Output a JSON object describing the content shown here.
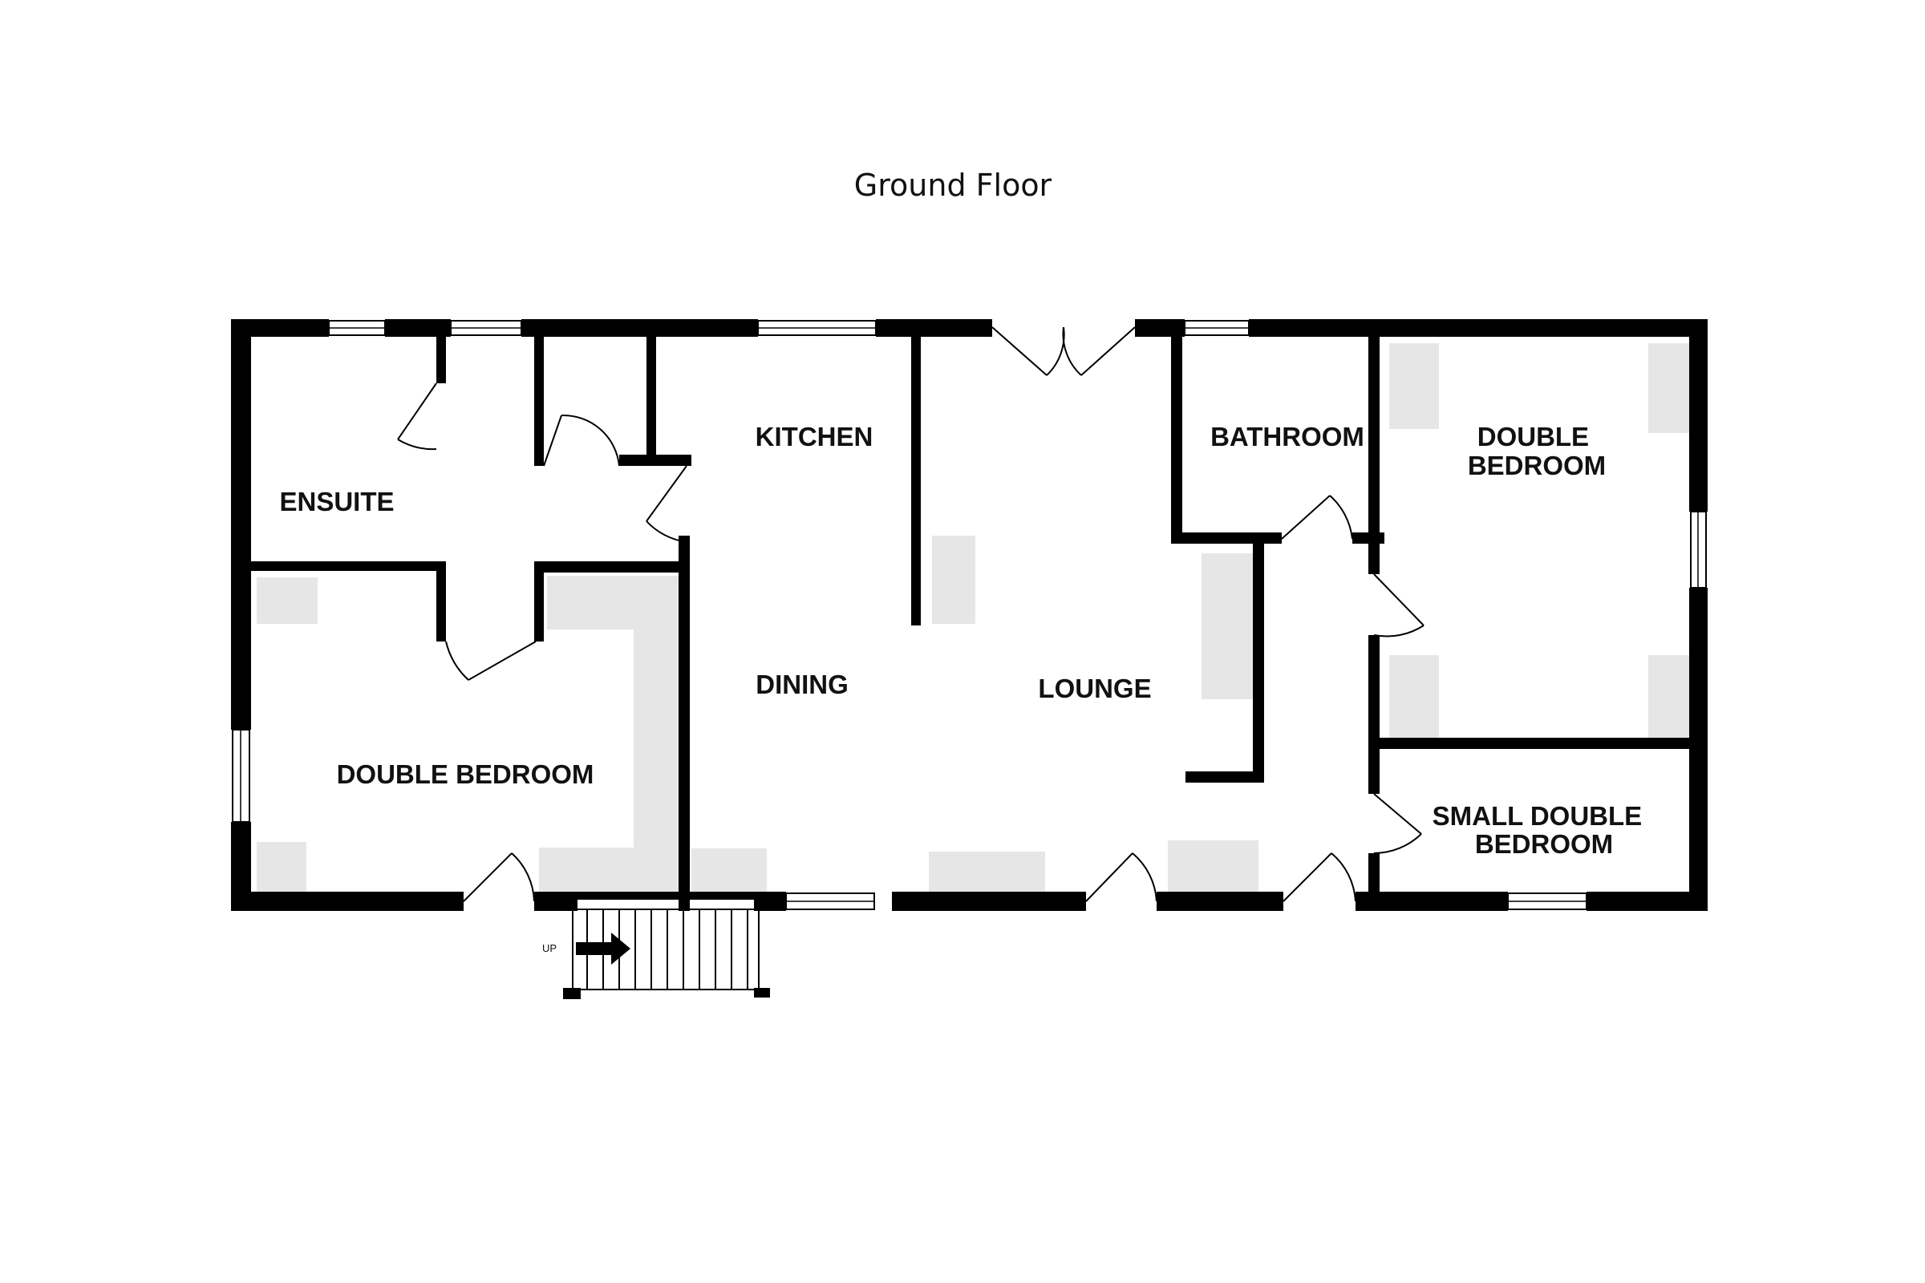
{
  "plan": {
    "title": "Ground Floor",
    "rooms": {
      "ensuite": "ENSUITE",
      "kitchen": "KITCHEN",
      "bathroom": "BATHROOM",
      "double_bedroom_right": [
        "DOUBLE",
        "BEDROOM"
      ],
      "dining": "DINING",
      "lounge": "LOUNGE",
      "double_bedroom_left": "DOUBLE BEDROOM",
      "small_double_bedroom": [
        "SMALL DOUBLE",
        "BEDROOM"
      ]
    },
    "stairs_label": "UP"
  },
  "colors": {
    "wall": "#000000",
    "fixture": "#e6e6e6",
    "background": "#ffffff"
  }
}
